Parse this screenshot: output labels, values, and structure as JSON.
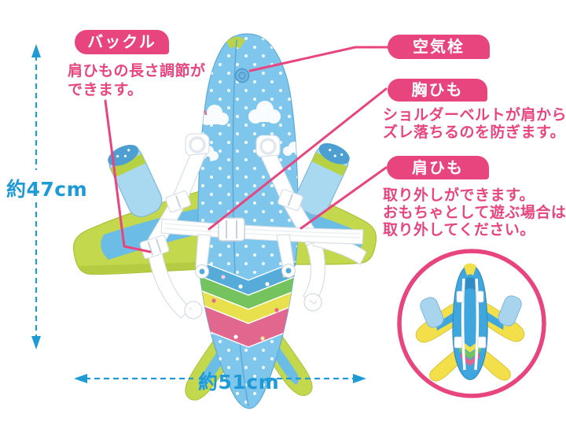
{
  "colors": {
    "accent_pink": "#E8457F",
    "dimension_blue": "#1E9BD7",
    "plane_body_blue": "#7EC6EC",
    "wing_green": "#C3D84D",
    "engine_blue": "#A9D8F1",
    "strap_white": "#FFFFFF",
    "tail_stripe_teal": "#55ACD8",
    "tail_stripe_green": "#74C35E",
    "tail_stripe_yellow": "#E9E04E",
    "tail_stripe_pink": "#E2678F",
    "inset_plane_blue": "#3FA6DE",
    "inset_wing_yellow": "#F2DF4A"
  },
  "callouts": {
    "buckle": {
      "label": "バックル",
      "desc_lines": [
        "肩ひもの長さ調節が",
        "できます。"
      ]
    },
    "air_plug": {
      "label": "空気栓"
    },
    "chest_strap": {
      "label": "胸ひも",
      "desc_lines": [
        "ショルダーベルトが肩から",
        "ズレ落ちるのを防ぎます。"
      ]
    },
    "shoulder_strap": {
      "label": "肩ひも",
      "desc_lines": [
        "取り外しができます。",
        "おもちゃとして遊ぶ場合は",
        "取り外してください。"
      ]
    }
  },
  "dimensions": {
    "height_label": "約47cm",
    "width_label": "約51cm"
  }
}
